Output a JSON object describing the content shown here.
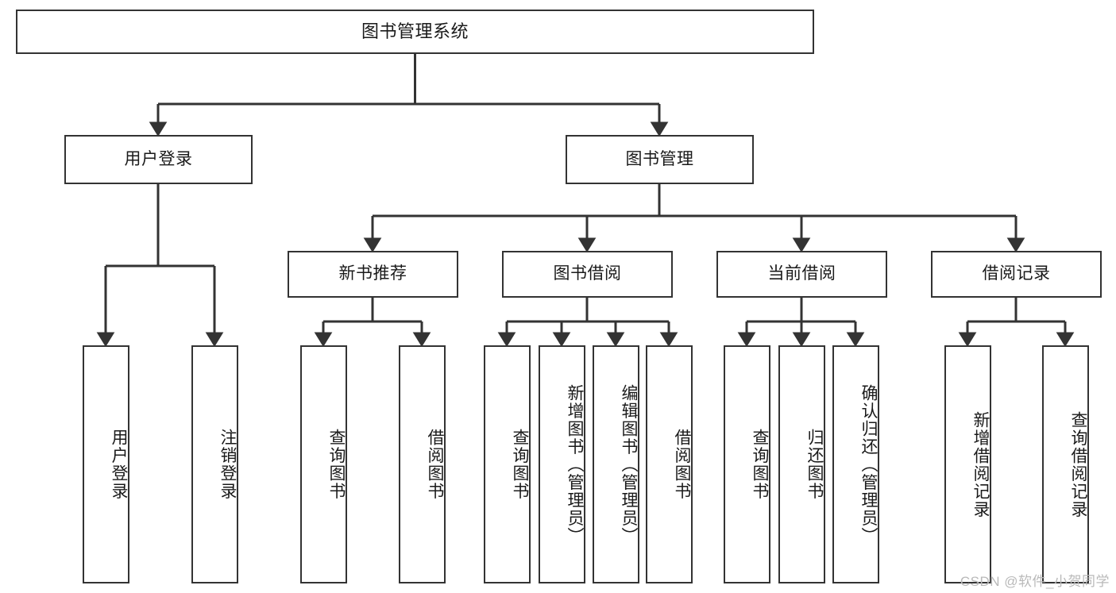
{
  "diagram": {
    "title": "图书管理系统",
    "watermark": "CSDN @软件_小贺同学",
    "colors": {
      "border": "#333333",
      "background": "#ffffff",
      "text": "#1a1a1a",
      "watermark": "#b9b9b9"
    },
    "nodes": {
      "root": {
        "label": "图书管理系统",
        "level": 1
      },
      "user_login": {
        "label": "用户登录",
        "level": 2
      },
      "book_manage": {
        "label": "图书管理",
        "level": 2
      },
      "new_book_rec": {
        "label": "新书推荐",
        "level": 3
      },
      "book_borrow": {
        "label": "图书借阅",
        "level": 3
      },
      "current_borrow": {
        "label": "当前借阅",
        "level": 3
      },
      "borrow_record": {
        "label": "借阅记录",
        "level": 3
      },
      "leaf_user_login": {
        "label": "用户登录",
        "level": 4
      },
      "leaf_logout": {
        "label": "注销登录",
        "level": 4
      },
      "leaf_query_book_1": {
        "label": "查询图书",
        "level": 4
      },
      "leaf_borrow_book_1": {
        "label": "借阅图书",
        "level": 4
      },
      "leaf_query_book_2": {
        "label": "查询图书",
        "level": 4
      },
      "leaf_add_book": {
        "label": "新增图书（管理员）",
        "level": 4
      },
      "leaf_edit_book": {
        "label": "编辑图书（管理员）",
        "level": 4
      },
      "leaf_borrow_book_2": {
        "label": "借阅图书",
        "level": 4
      },
      "leaf_query_book_3": {
        "label": "查询图书",
        "level": 4
      },
      "leaf_return_book": {
        "label": "归还图书",
        "level": 4
      },
      "leaf_confirm_return": {
        "label": "确认归还（管理员）",
        "level": 4
      },
      "leaf_add_record": {
        "label": "新增借阅记录",
        "level": 4
      },
      "leaf_query_record": {
        "label": "查询借阅记录",
        "level": 4
      }
    }
  }
}
